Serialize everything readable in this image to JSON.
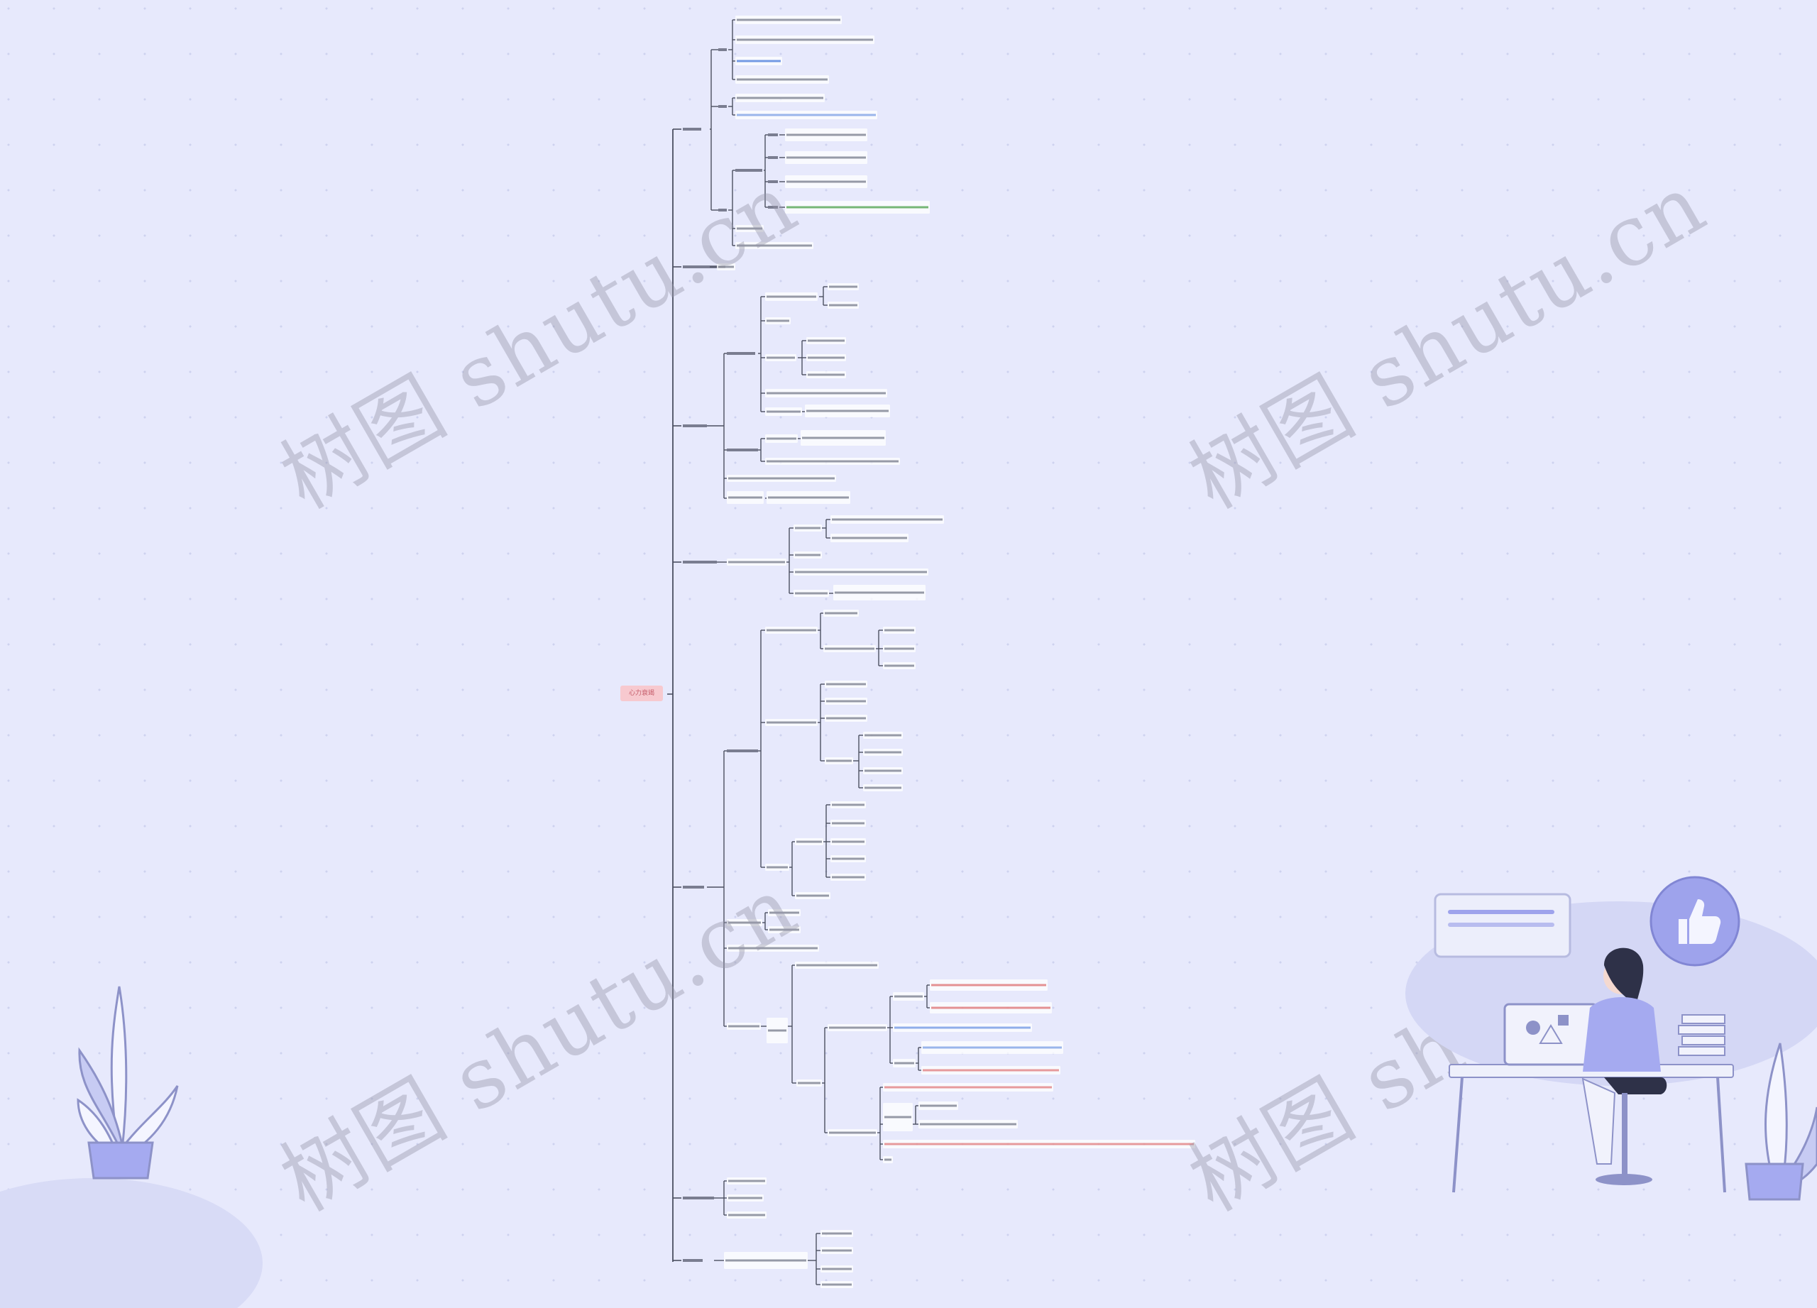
{
  "watermark": "树图 shutu.cn",
  "root": {
    "label": "心力衰竭"
  },
  "colors": {
    "background": "#e7e9fc",
    "line": "#4b4f60",
    "root_fill": "#f7c9cf",
    "accent_purple": "#9ea3ec"
  },
  "illustration": {
    "left": "plant-illustration",
    "right": "woman-at-desk-illustration",
    "icons": [
      "thumbs-up-icon",
      "chat-bubble-icon"
    ]
  }
}
